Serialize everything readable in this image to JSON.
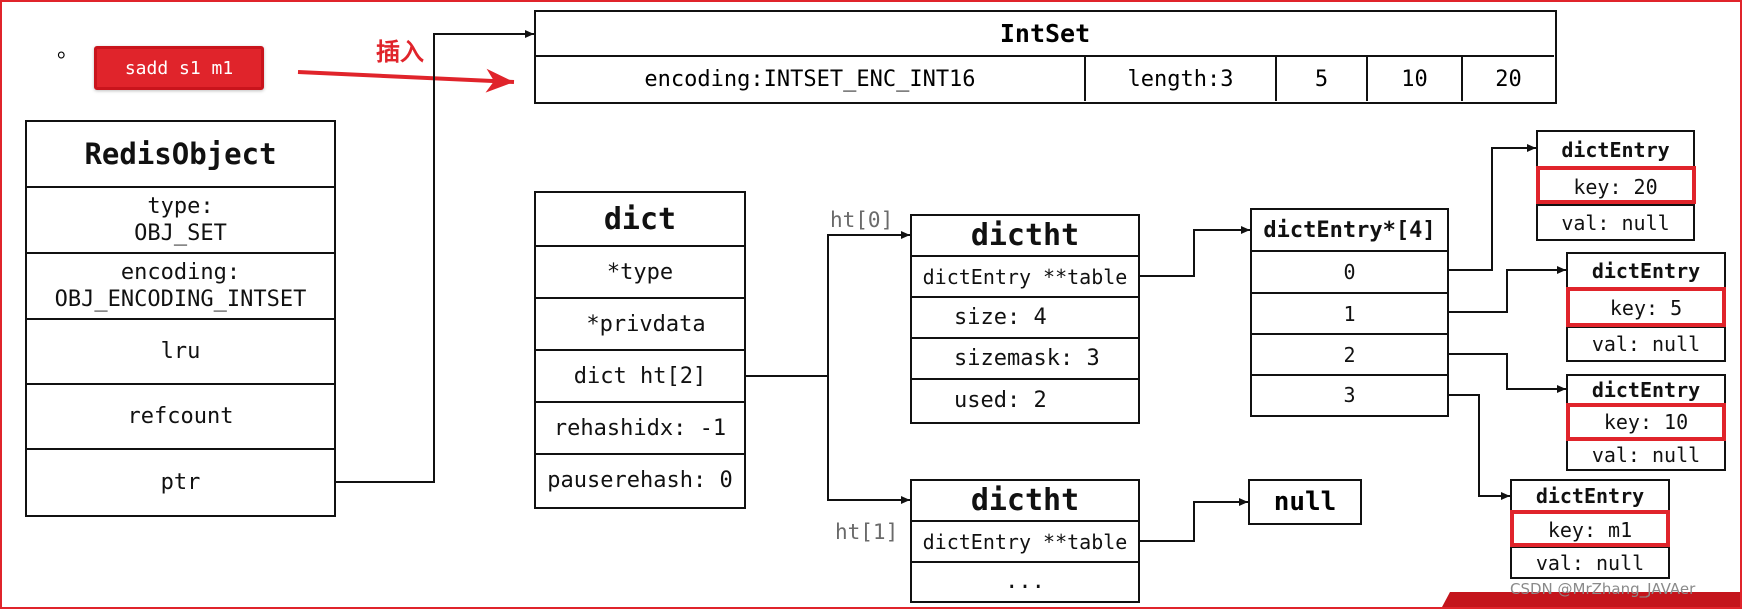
{
  "colors": {
    "accent_red": "#e0242b",
    "line": "#111111",
    "label_gray": "#6a6a6a"
  },
  "top": {
    "dot": "。",
    "command": "sadd s1 m1",
    "insert_label": "插入"
  },
  "intset": {
    "title": "IntSet",
    "encoding": "encoding:INTSET_ENC_INT16",
    "length": "length:3",
    "values": [
      "5",
      "10",
      "20"
    ]
  },
  "redis_object": {
    "title": "RedisObject",
    "type_line1": "type:",
    "type_line2": "OBJ_SET",
    "encoding_line1": "encoding:",
    "encoding_line2": "OBJ_ENCODING_INTSET",
    "lru": "lru",
    "refcount": "refcount",
    "ptr": "ptr"
  },
  "dict": {
    "title": "dict",
    "fields": [
      "*type",
      "*privdata",
      "dict ht[2]",
      "rehashidx: -1",
      "pauserehash: 0"
    ]
  },
  "labels": {
    "ht0": "ht[0]",
    "ht1": "ht[1]"
  },
  "dictht0": {
    "title": "dictht",
    "fields": [
      "dictEntry **table",
      "size: 4",
      "sizemask: 3",
      "used: 2"
    ]
  },
  "dictht1": {
    "title": "dictht",
    "fields": [
      "dictEntry **table",
      "..."
    ]
  },
  "null_box": "null",
  "entry_array": {
    "title": "dictEntry*[4]",
    "slots": [
      "0",
      "1",
      "2",
      "3"
    ]
  },
  "entries": [
    {
      "title": "dictEntry",
      "key": "key: 20",
      "val": "val: null"
    },
    {
      "title": "dictEntry",
      "key": "key: 5",
      "val": "val: null"
    },
    {
      "title": "dictEntry",
      "key": "key: 10",
      "val": "val: null"
    },
    {
      "title": "dictEntry",
      "key": "key: m1",
      "val": "val: null"
    }
  ],
  "watermark": "CSDN @MrZhang_JAVAer"
}
